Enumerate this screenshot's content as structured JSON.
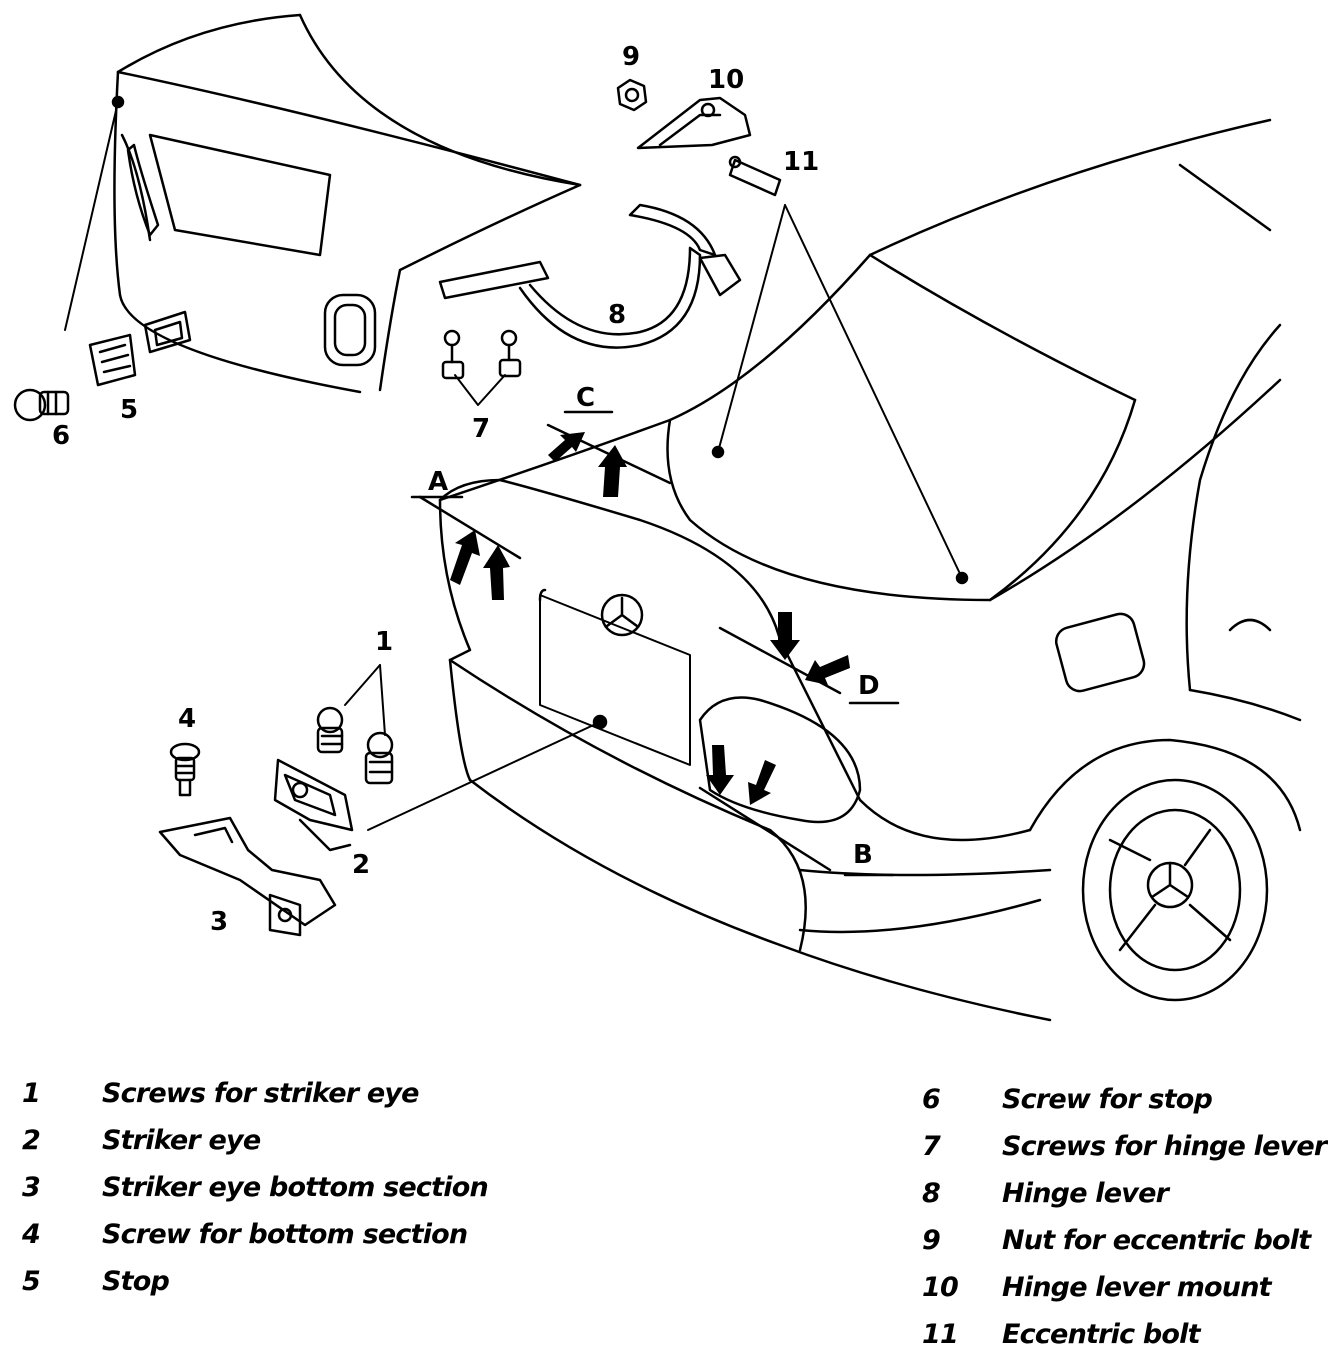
{
  "callouts": {
    "c1": "1",
    "c2": "2",
    "c3": "3",
    "c4": "4",
    "c5": "5",
    "c6": "6",
    "c7": "7",
    "c8": "8",
    "c9": "9",
    "c10": "10",
    "c11": "11",
    "A": "A",
    "B": "B",
    "C": "C",
    "D": "D"
  },
  "legend": {
    "left": [
      {
        "num": "1",
        "text": "Screws for striker eye"
      },
      {
        "num": "2",
        "text": "Striker eye"
      },
      {
        "num": "3",
        "text": "Striker eye bottom section"
      },
      {
        "num": "4",
        "text": "Screw for bottom section"
      },
      {
        "num": "5",
        "text": "Stop"
      }
    ],
    "right": [
      {
        "num": "6",
        "text": "Screw for stop"
      },
      {
        "num": "7",
        "text": "Screws for hinge lever"
      },
      {
        "num": "8",
        "text": "Hinge lever"
      },
      {
        "num": "9",
        "text": "Nut for eccentric bolt"
      },
      {
        "num": "10",
        "text": "Hinge lever mount"
      },
      {
        "num": "11",
        "text": "Eccentric bolt"
      }
    ]
  }
}
